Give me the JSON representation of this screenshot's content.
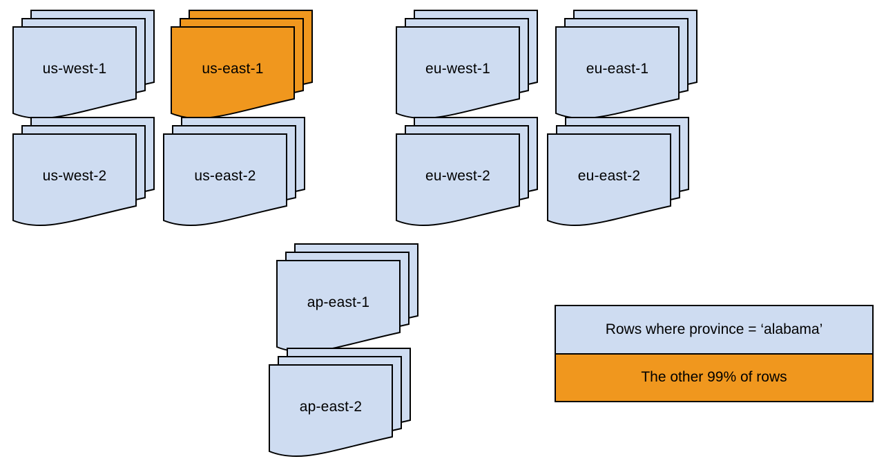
{
  "colors": {
    "region_fill_blue": "#cedcf1",
    "highlight_fill_orange": "#f0971e",
    "stroke": "#000000",
    "background": "#ffffff",
    "text": "#000000"
  },
  "stacks": [
    {
      "label": "us-west-1",
      "fill": "#cedcf1"
    },
    {
      "label": "us-east-1",
      "fill": "#f0971e"
    },
    {
      "label": "eu-west-1",
      "fill": "#cedcf1"
    },
    {
      "label": "eu-east-1",
      "fill": "#cedcf1"
    },
    {
      "label": "us-west-2",
      "fill": "#cedcf1"
    },
    {
      "label": "us-east-2",
      "fill": "#cedcf1"
    },
    {
      "label": "eu-west-2",
      "fill": "#cedcf1"
    },
    {
      "label": "eu-east-2",
      "fill": "#cedcf1"
    },
    {
      "label": "ap-east-1",
      "fill": "#cedcf1"
    },
    {
      "label": "ap-east-2",
      "fill": "#cedcf1"
    }
  ],
  "legend": {
    "items": [
      {
        "label": "Rows where province = ‘alabama’",
        "color": "#cedcf1"
      },
      {
        "label": "The other 99% of rows",
        "color": "#f0971e"
      }
    ]
  }
}
